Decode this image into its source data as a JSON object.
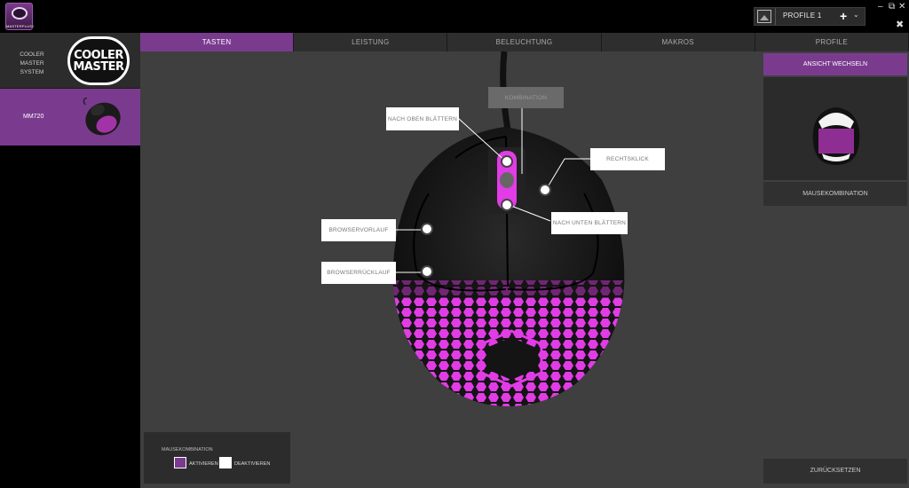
{
  "app": {
    "logo_text": "MASTERPLUS+"
  },
  "profile": {
    "name": "PROFILE 1",
    "add": "+",
    "caret": "⌄"
  },
  "window": {
    "min": "–",
    "max": "⧉",
    "close": "✕",
    "tools": "✖"
  },
  "devices": [
    {
      "label_line1": "COOLER MASTER",
      "label_line2": "SYSTEM",
      "logo_line1": "COOLER",
      "logo_line2": "MASTER"
    },
    {
      "label": "MM720"
    }
  ],
  "tabs": [
    "TASTEN",
    "LEISTUNG",
    "BELEUCHTUNG",
    "MAKROS",
    "PROFILE"
  ],
  "callouts": {
    "kombination": "KOMBINATION",
    "scroll_up": "NACH OBEN BLÄTTERN",
    "right_click": "RECHTSKLICK",
    "browser_forward": "BROWSERVORLAUF",
    "scroll_down": "NACH UNTEN BLÄTTERN",
    "browser_back": "BROWSERRÜCKLAUF"
  },
  "right_panel": {
    "view_switch": "ANSICHT WECHSELN",
    "mouse_combo": "MAUSEKOMBINATION",
    "reset": "ZURÜCKSETZEN"
  },
  "legend": {
    "title": "MAUSEKOMBINATION",
    "activate": "AKTIVIEREN",
    "deactivate": "DEAKTIVIEREN"
  },
  "colors": {
    "accent": "#7a3b8f",
    "led": "#e23ce6",
    "bg_main": "#3f3f3f"
  }
}
